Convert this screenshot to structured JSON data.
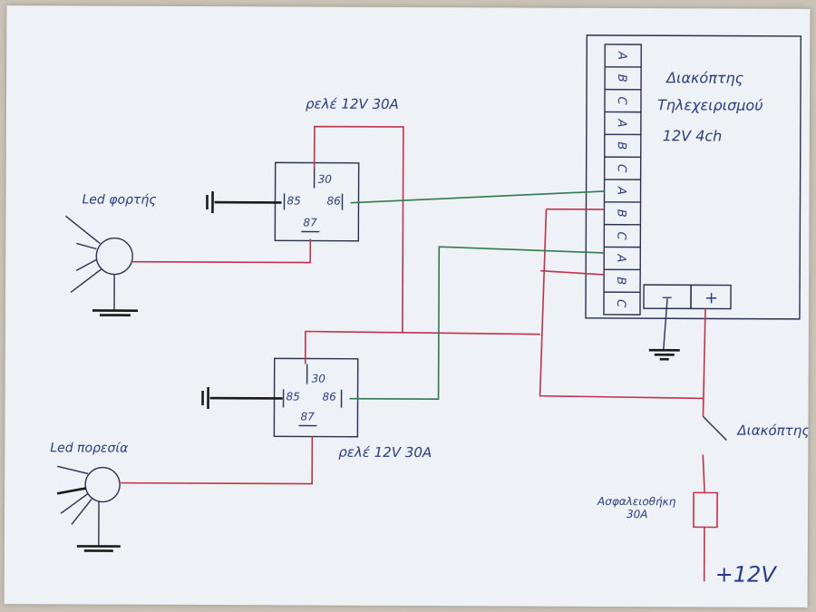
{
  "receiver": {
    "title_line1": "Διακόπτης",
    "title_line2": "Τηλεχειρισμού",
    "title_line3": "12V  4ch",
    "terminals": [
      "A",
      "B",
      "C",
      "A",
      "B",
      "C",
      "A",
      "B",
      "C",
      "A",
      "B",
      "C"
    ],
    "power_minus": "−",
    "power_plus": "+"
  },
  "relay_top": {
    "label": "ρελέ 12V 30A",
    "pin_30": "30",
    "pin_85": "85",
    "pin_86": "86",
    "pin_87": "87"
  },
  "relay_bottom": {
    "label": "ρελέ 12V 30A",
    "pin_30": "30",
    "pin_85": "85",
    "pin_86": "86",
    "pin_87": "87"
  },
  "led_top": {
    "label": "Led φορτής"
  },
  "led_bottom": {
    "label": "Led πορεσία"
  },
  "switch": {
    "label": "Διακόπτης"
  },
  "fuse": {
    "label_line1": "Ασφαλειοθήκη",
    "label_line2": "30A"
  },
  "supply": {
    "label": "+12V"
  },
  "colors": {
    "red_wire": "#c2334a",
    "green_wire": "#2f7a4e",
    "ink": "#2a3a8c"
  }
}
